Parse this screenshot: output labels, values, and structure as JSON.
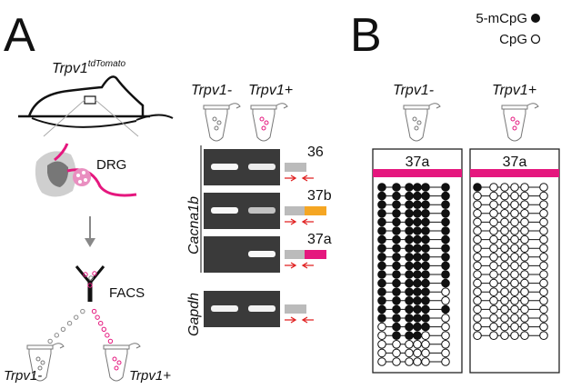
{
  "panelA": {
    "letter": "A",
    "mouse_label": "Trpv1",
    "mouse_label_sup": "tdTomato",
    "drg_label": "DRG",
    "facs_label": "FACS",
    "tube_neg_label": "Trpv1-",
    "tube_pos_label": "Trpv1+",
    "gel_neg_label": "Trpv1-",
    "gel_pos_label": "Trpv1+",
    "gene_cacna1b": "Cacna1b",
    "gene_gapdh": "Gapdh",
    "exons": [
      {
        "label": "36",
        "color": "#bbbbbb"
      },
      {
        "label": "37b",
        "color": "#f5a623"
      },
      {
        "label": "37a",
        "color": "#e5177e"
      },
      {
        "label": "",
        "color": "#bbbbbb"
      }
    ],
    "gel_bands": [
      {
        "neg": 0.95,
        "pos": 0.85
      },
      {
        "neg": 0.95,
        "pos": 0.55
      },
      {
        "neg": 0.0,
        "pos": 0.95
      },
      {
        "neg": 0.9,
        "pos": 0.9
      }
    ]
  },
  "panelB": {
    "letter": "B",
    "legend_methyl": "5-mCpG",
    "legend_unmethyl": "CpG",
    "neg_label": "Trpv1-",
    "pos_label": "Trpv1+",
    "neg_exon": "37a",
    "pos_exon": "37a",
    "accent": "#e5177e",
    "neg_rows": [
      [
        1,
        1,
        1,
        1,
        1,
        1
      ],
      [
        1,
        1,
        1,
        1,
        1,
        1
      ],
      [
        1,
        1,
        1,
        1,
        1,
        1
      ],
      [
        1,
        1,
        1,
        1,
        1,
        1
      ],
      [
        1,
        1,
        1,
        1,
        1,
        1
      ],
      [
        1,
        1,
        1,
        1,
        1,
        1
      ],
      [
        1,
        1,
        1,
        1,
        1,
        1
      ],
      [
        1,
        1,
        1,
        1,
        1,
        1
      ],
      [
        1,
        1,
        1,
        1,
        1,
        1
      ],
      [
        1,
        1,
        1,
        1,
        1,
        1
      ],
      [
        1,
        1,
        1,
        1,
        1,
        1
      ],
      [
        1,
        1,
        1,
        1,
        1,
        1
      ],
      [
        1,
        1,
        1,
        1,
        1,
        0
      ],
      [
        1,
        1,
        1,
        1,
        1,
        0
      ],
      [
        1,
        1,
        1,
        1,
        1,
        1
      ],
      [
        1,
        1,
        1,
        1,
        1,
        0
      ],
      [
        0,
        1,
        1,
        1,
        1,
        0
      ],
      [
        0,
        1,
        1,
        1,
        0,
        0
      ],
      [
        0,
        0,
        0,
        0,
        0,
        0
      ],
      [
        0,
        0,
        0,
        0,
        0,
        0
      ],
      [
        0,
        0,
        0,
        0,
        0,
        0
      ]
    ],
    "pos_rows": [
      [
        1,
        0,
        0,
        0,
        0,
        0
      ],
      [
        0,
        0,
        0,
        0,
        0,
        0
      ],
      [
        0,
        0,
        0,
        0,
        0,
        0
      ],
      [
        0,
        0,
        0,
        0,
        0,
        0
      ],
      [
        0,
        0,
        0,
        0,
        0,
        0
      ],
      [
        0,
        0,
        0,
        0,
        0,
        0
      ],
      [
        0,
        0,
        0,
        0,
        0,
        0
      ],
      [
        0,
        0,
        0,
        0,
        0,
        0
      ],
      [
        0,
        0,
        0,
        0,
        0,
        0
      ],
      [
        0,
        0,
        0,
        0,
        0,
        0
      ],
      [
        0,
        0,
        0,
        0,
        0,
        0
      ],
      [
        0,
        0,
        0,
        0,
        0,
        0
      ],
      [
        0,
        0,
        0,
        0,
        0,
        0
      ],
      [
        0,
        0,
        0,
        0,
        0,
        0
      ],
      [
        0,
        0,
        0,
        0,
        0,
        0
      ],
      [
        0,
        0,
        0,
        0,
        0,
        0
      ],
      [
        0,
        0,
        0,
        0,
        0,
        0
      ],
      [
        0,
        0,
        0,
        0,
        0,
        0
      ]
    ]
  }
}
